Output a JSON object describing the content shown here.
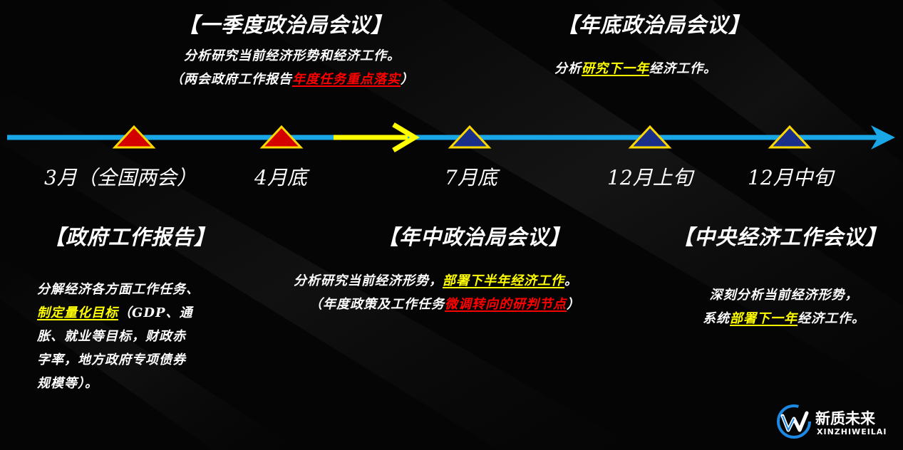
{
  "colors": {
    "timeline": "#1aa7e8",
    "highlight_arrow": "#ffff00",
    "red_marker": "#d40000",
    "blue_marker": "#1a2f8a",
    "marker_outline": "#ffd800",
    "highlight_yellow": "#ffff00",
    "highlight_red": "#ff0000"
  },
  "top": {
    "q1_meeting": {
      "title": "【一季度政治局会议】",
      "line1": "分析研究当前经济形势和经济工作。",
      "line2_pre": "（两会政府工作报告",
      "line2_red": "年度任务重点落实",
      "line2_post": "）"
    },
    "year_end_meeting": {
      "title": "【年底政治局会议】",
      "line1_pre": "分析",
      "line1_yellow": "研究下一年",
      "line1_post": "经济工作。"
    }
  },
  "timeline": {
    "markers": [
      {
        "label": "3月（全国两会）",
        "color": "red"
      },
      {
        "label": "4月底",
        "color": "red"
      },
      {
        "label": "7月底",
        "color": "blue"
      },
      {
        "label": "12月上旬",
        "color": "blue"
      },
      {
        "label": "12月中旬",
        "color": "blue"
      }
    ]
  },
  "bottom": {
    "gov_report": {
      "title": "【政府工作报告】",
      "line1": "分解经济各方面工作任务、",
      "line2_yellow": "制定量化目标",
      "line2_post": "（GDP、通",
      "line3": "胀、就业等目标，财政赤",
      "line4": "字率，地方政府专项债券",
      "line5": "规模等）。"
    },
    "mid_year_meeting": {
      "title": "【年中政治局会议】",
      "line1_pre": "分析研究当前经济形势，",
      "line1_yellow": "部署下半年经济工作",
      "line1_post": "。",
      "line2_pre": "（年度政策及工作任务",
      "line2_red": "微调转向的研判节点",
      "line2_post": "）"
    },
    "central_econ_meeting": {
      "title": "【中央经济工作会议】",
      "line1": "深刻分析当前经济形势，",
      "line2_pre": "系统",
      "line2_yellow": "部署下一年",
      "line2_post": "经济工作。"
    }
  },
  "logo": {
    "name_cn": "新质未来",
    "name_en": "XINZHIWEILAI",
    "icon": "w-swoosh-logo-icon"
  }
}
